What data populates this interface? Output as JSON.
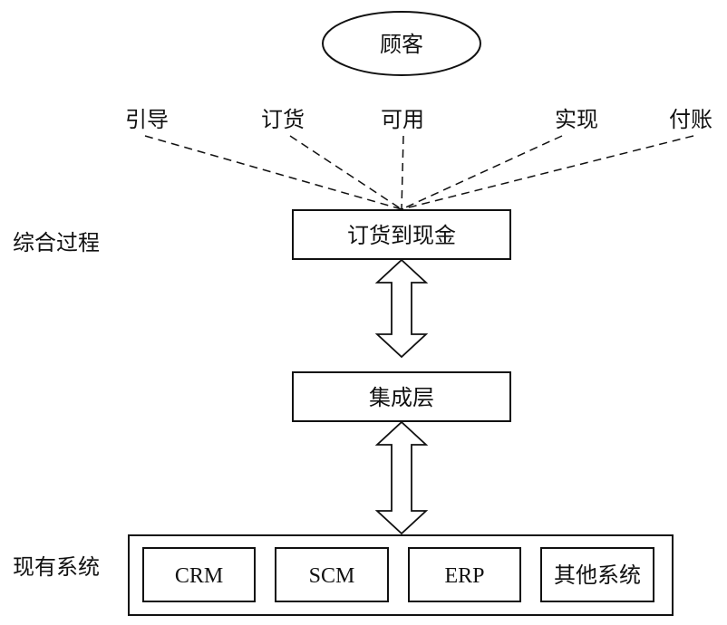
{
  "customer": {
    "label": "顾客"
  },
  "stages": [
    {
      "label": "引导"
    },
    {
      "label": "订货"
    },
    {
      "label": "可用"
    },
    {
      "label": "实现"
    },
    {
      "label": "付账"
    }
  ],
  "side_labels": {
    "integrated_process": "综合过程",
    "existing_systems": "现有系统"
  },
  "process_box": {
    "label": "订货到现金"
  },
  "integration_box": {
    "label": "集成层"
  },
  "systems": [
    {
      "label": "CRM"
    },
    {
      "label": "SCM"
    },
    {
      "label": "ERP"
    },
    {
      "label": "其他系统"
    }
  ]
}
